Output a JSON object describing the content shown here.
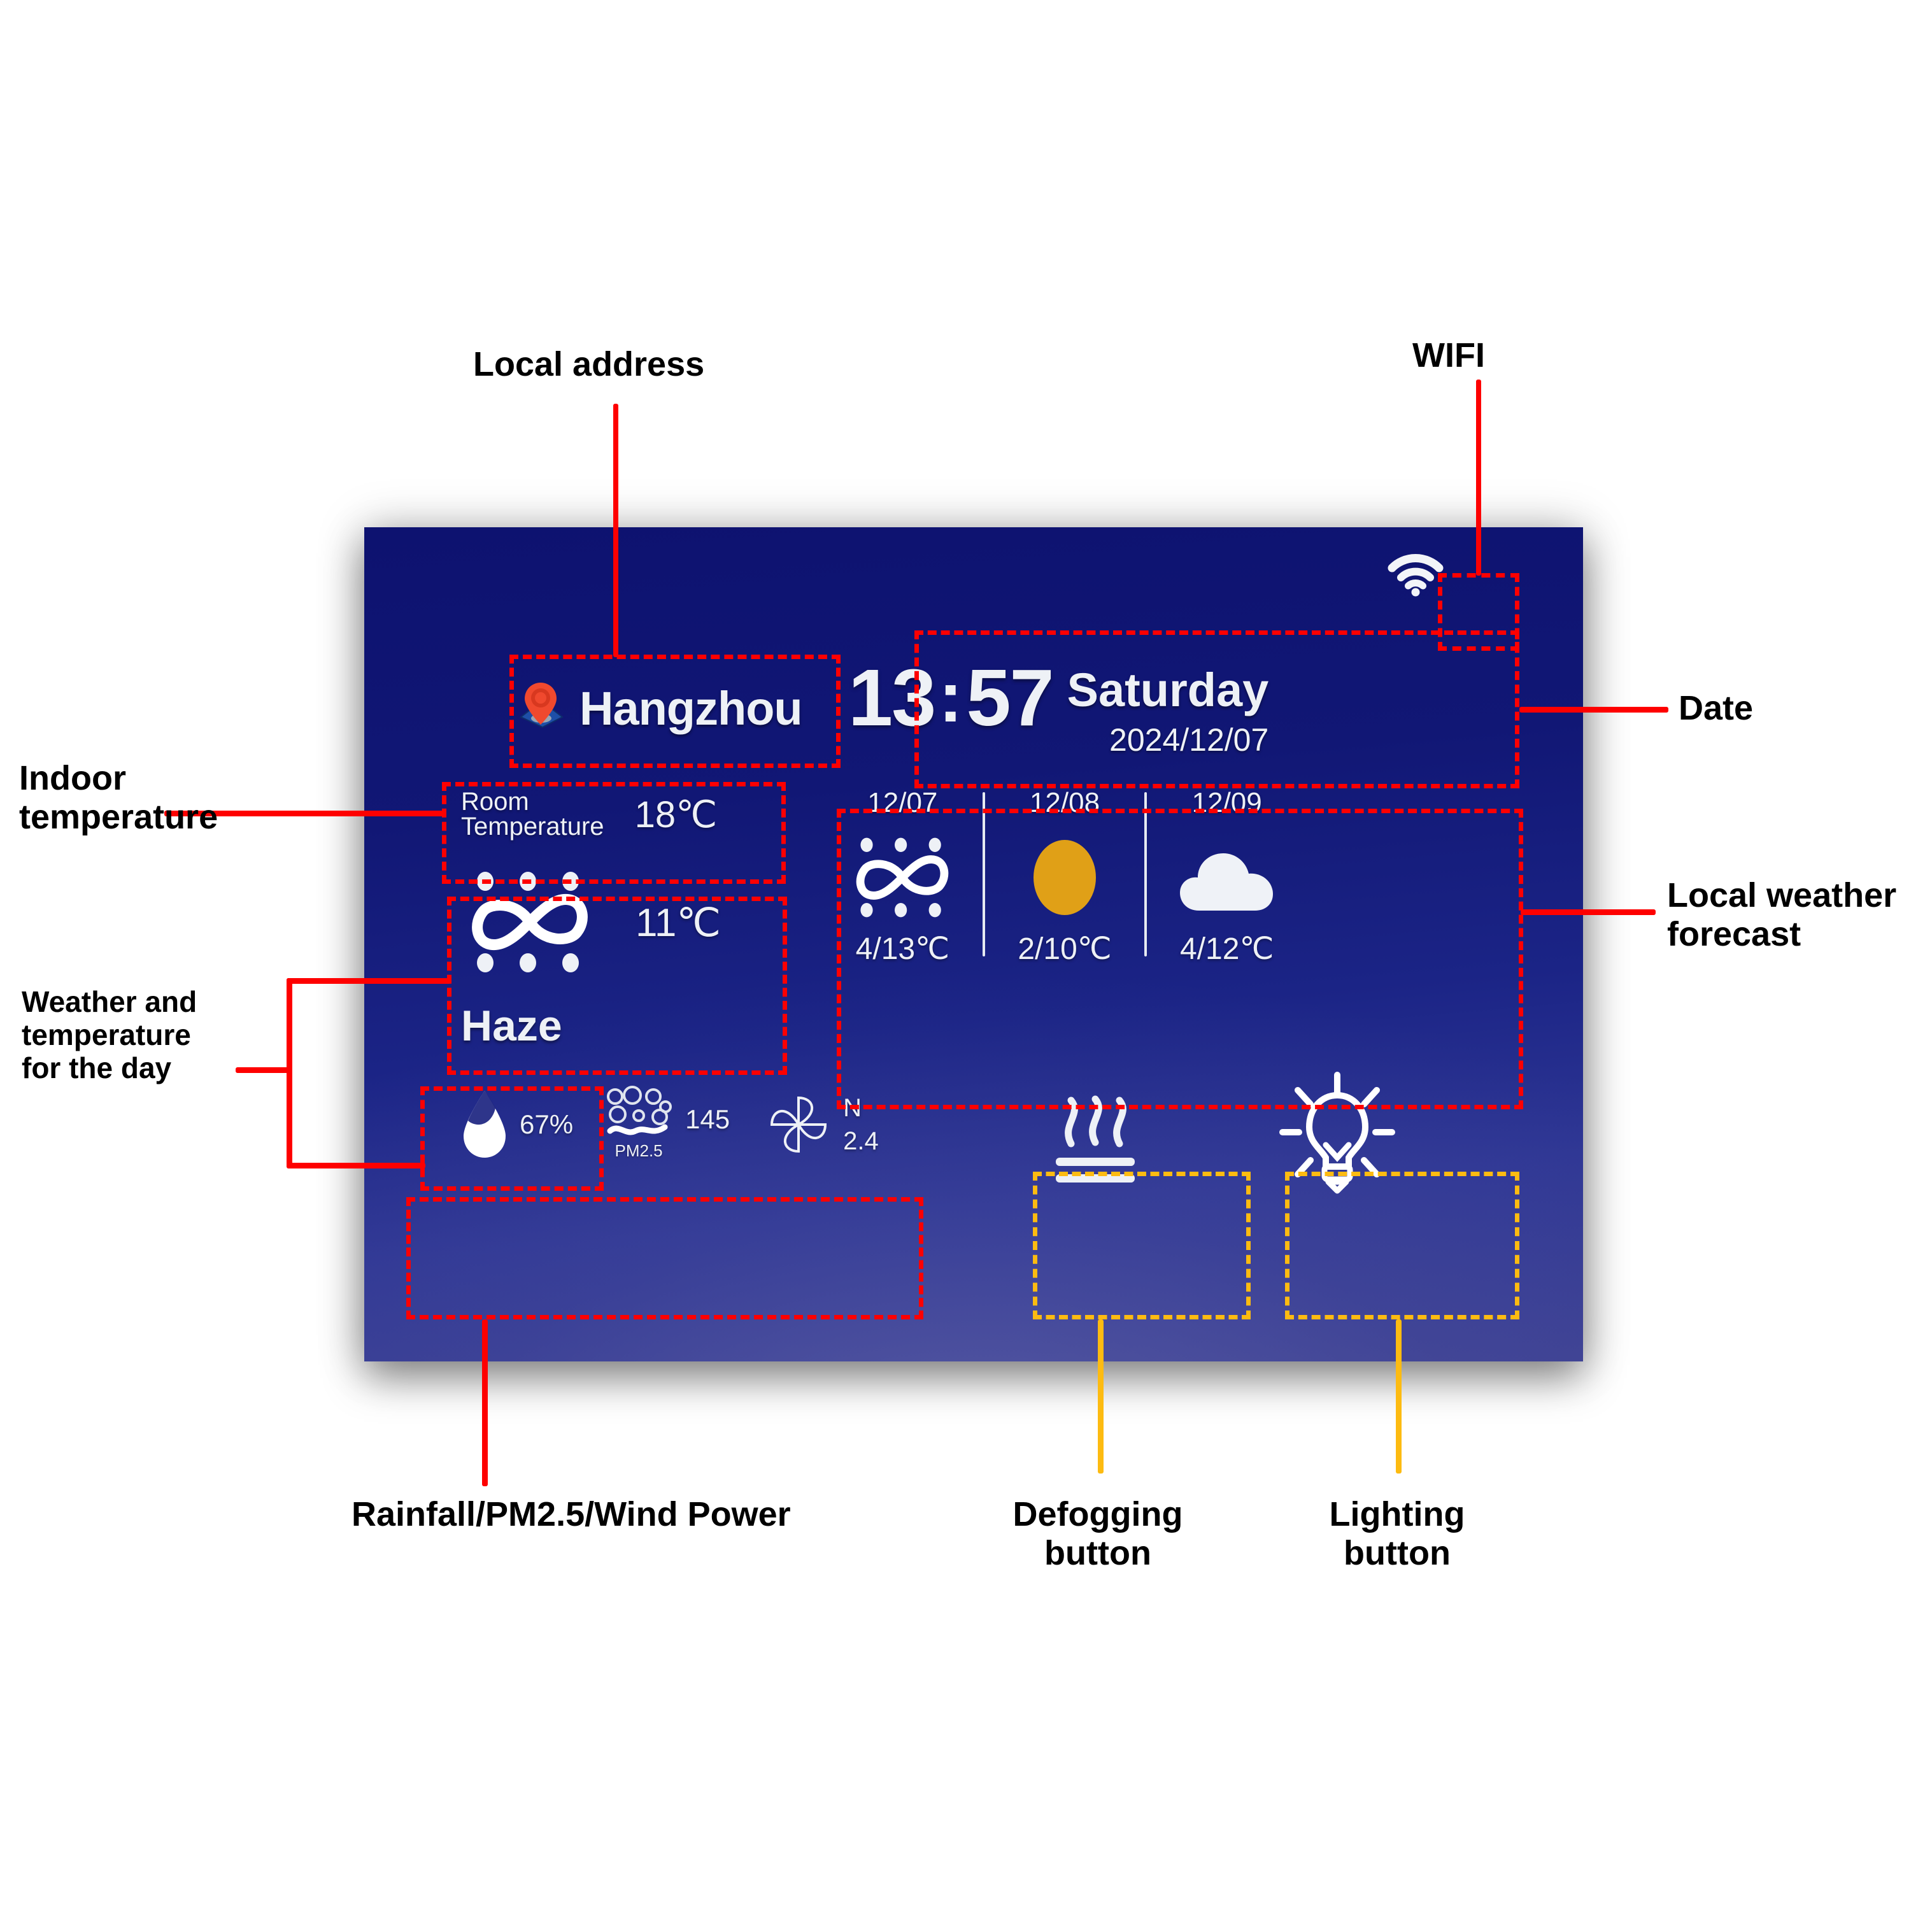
{
  "device": {
    "location": {
      "icon": "location-pin-icon",
      "city": "Hangzhou"
    },
    "wifi": {
      "icon": "wifi-icon"
    },
    "clock": {
      "hours": "13",
      "separator": ":",
      "minutes": "57"
    },
    "date": {
      "weekday": "Saturday",
      "full": "2024/12/07"
    },
    "room": {
      "label": "Room\nTemperature",
      "value": "18℃"
    },
    "today": {
      "icon": "haze-icon",
      "temperature": "11℃",
      "condition": "Haze"
    },
    "stats": [
      {
        "icon": "water-drop-icon",
        "name": "rainfall",
        "value": "67%"
      },
      {
        "icon": "pm25-icon",
        "name": "pm25",
        "value": "145",
        "caption": "PM2.5"
      },
      {
        "icon": "pinwheel-icon",
        "name": "wind",
        "direction": "N",
        "value": "2.4"
      }
    ],
    "forecast": [
      {
        "date": "12/07",
        "icon": "haze-icon",
        "temps": "4/13℃"
      },
      {
        "date": "12/08",
        "icon": "sun-icon",
        "temps": "2/10℃"
      },
      {
        "date": "12/09",
        "icon": "cloud-icon",
        "temps": "4/12℃"
      }
    ],
    "buttons": [
      {
        "name": "defogging-button",
        "icon": "heat-waves-icon"
      },
      {
        "name": "lighting-button",
        "icon": "light-bulb-icon"
      }
    ]
  },
  "annotations": {
    "local_address": "Local address",
    "wifi": "WIFI",
    "date": "Date",
    "indoor_temperature": "Indoor\ntemperature",
    "local_weather_forecast": "Local weather\nforecast",
    "weather_and_temperature": "Weather and\ntemperature\nfor the day",
    "rainfall_pm_wind": "Rainfall/PM2.5/Wind Power",
    "defogging_button": "Defogging\nbutton",
    "lighting_button": "Lighting\nbutton"
  },
  "colors": {
    "panel_top": "#0d1270",
    "panel_bottom": "#3b3f92",
    "annotation_red": "#fe0000",
    "annotation_yellow": "#fdbb11",
    "sun_orange": "#e0a017",
    "text_white": "#eef1f6",
    "pin_red": "#f0492e"
  }
}
